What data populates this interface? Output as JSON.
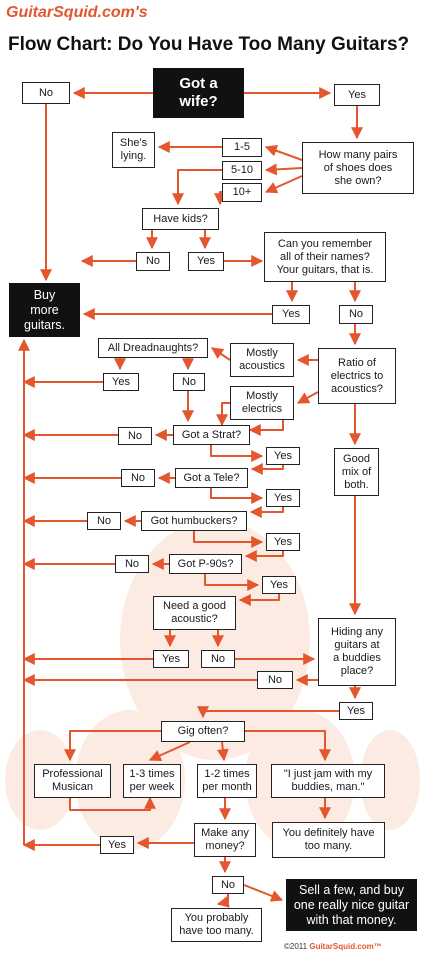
{
  "header": {
    "brand": "GuitarSquid.com's",
    "title": "Flow Chart: Do You Have Too Many Guitars?"
  },
  "footer": {
    "copyright": "©2011",
    "brand": "GuitarSquid.com™"
  },
  "colors": {
    "arrow": "#e4572e",
    "box_border": "#222222",
    "dark_box": "#111111",
    "watermark": "#fbe3d7"
  },
  "nodes": {
    "got_wife": "Got a\nwife?",
    "wife_no": "No",
    "wife_yes": "Yes",
    "shoes_q": "How many pairs\nof shoes does\nshe own?",
    "shoes_1_5": "1-5",
    "shoes_5_10": "5-10",
    "shoes_10": "10+",
    "shes_lying": "She's\nlying.",
    "have_kids": "Have kids?",
    "kids_no": "No",
    "kids_yes": "Yes",
    "remember_names": "Can you remember\nall of their names?\nYour guitars, that is.",
    "buy_more": "Buy\nmore\nguitars.",
    "names_yes": "Yes",
    "names_no": "No",
    "ratio_q": "Ratio of\nelectrics to\nacoustics?",
    "mostly_acoustics": "Mostly\nacoustics",
    "mostly_electrics": "Mostly\nelectrics",
    "all_dreads": "All Dreadnaughts?",
    "dreads_yes": "Yes",
    "dreads_no": "No",
    "good_mix": "Good\nmix of\nboth.",
    "got_strat": "Got a Strat?",
    "strat_no": "No",
    "strat_yes": "Yes",
    "got_tele": "Got a Tele?",
    "tele_no": "No",
    "tele_yes": "Yes",
    "got_humbuckers": "Got humbuckers?",
    "hb_no": "No",
    "hb_yes": "Yes",
    "got_p90s": "Got P-90s?",
    "p90_no": "No",
    "p90_yes": "Yes",
    "need_acoustic": "Need a good\nacoustic?",
    "acoustic_yes": "Yes",
    "acoustic_no": "No",
    "hiding_q": "Hiding any\nguitars at\na buddies\nplace?",
    "hiding_no": "No",
    "hiding_yes": "Yes",
    "gig_often": "Gig often?",
    "pro_musican": "Professional\nMusican",
    "times_week": "1-3 times\nper week",
    "times_month": "1-2 times\nper month",
    "jam_buddies": "\"I just jam with my\nbuddies, man.\"",
    "make_money": "Make any\nmoney?",
    "money_yes": "Yes",
    "money_no": "No",
    "definitely_many": "You definitely have\ntoo many.",
    "sell_few": "Sell a few, and buy\none really nice guitar\nwith that money.",
    "probably_many": "You probably\nhave too many."
  }
}
